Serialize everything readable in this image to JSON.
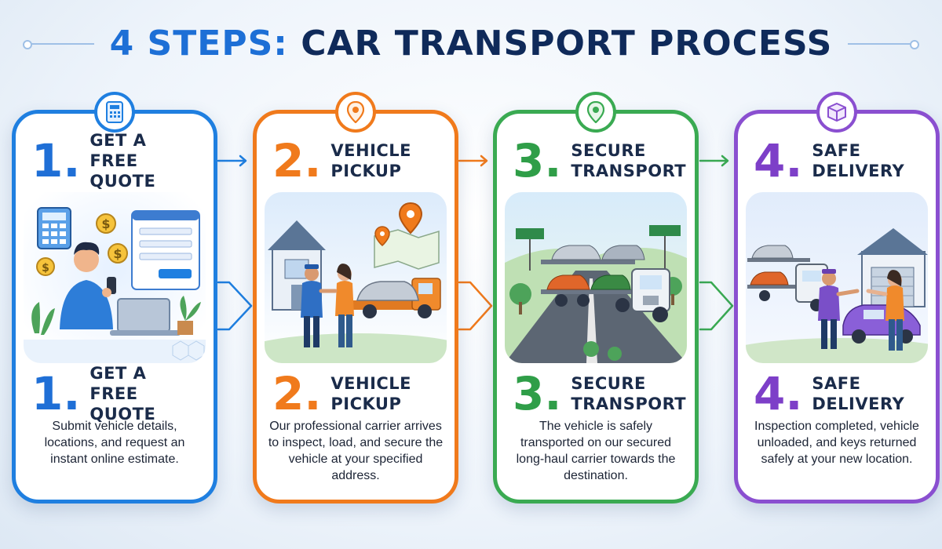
{
  "header": {
    "title_number": "4 STEPS:",
    "title_rest": "CAR TRANSPORT PROCESS"
  },
  "colors": {
    "step1": "#1f7fe0",
    "step2": "#f07a1c",
    "step3": "#3aaa52",
    "step4": "#8a4fd0",
    "title": "#0f2a5a"
  },
  "steps": [
    {
      "number": "1.",
      "heading_line1": "GET A",
      "heading_line2": "FREE QUOTE",
      "icon": "calculator-icon",
      "description": "Submit vehicle details, locations, and request an instant online estimate."
    },
    {
      "number": "2.",
      "heading_line1": "VEHICLE",
      "heading_line2": "PICKUP",
      "icon": "location-pin-icon",
      "description": "Our professional carrier arrives to inspect, load, and secure the vehicle at your specified address."
    },
    {
      "number": "3.",
      "heading_line1": "SECURE",
      "heading_line2": "TRANSPORT",
      "icon": "location-pin-icon",
      "description": "The vehicle is safely transported on our secured long-haul carrier towards the destination."
    },
    {
      "number": "4.",
      "heading_line1": "SAFE",
      "heading_line2": "DELIVERY",
      "icon": "package-icon",
      "description": "Inspection completed, vehicle unloaded, and keys returned safely at your new location."
    }
  ]
}
